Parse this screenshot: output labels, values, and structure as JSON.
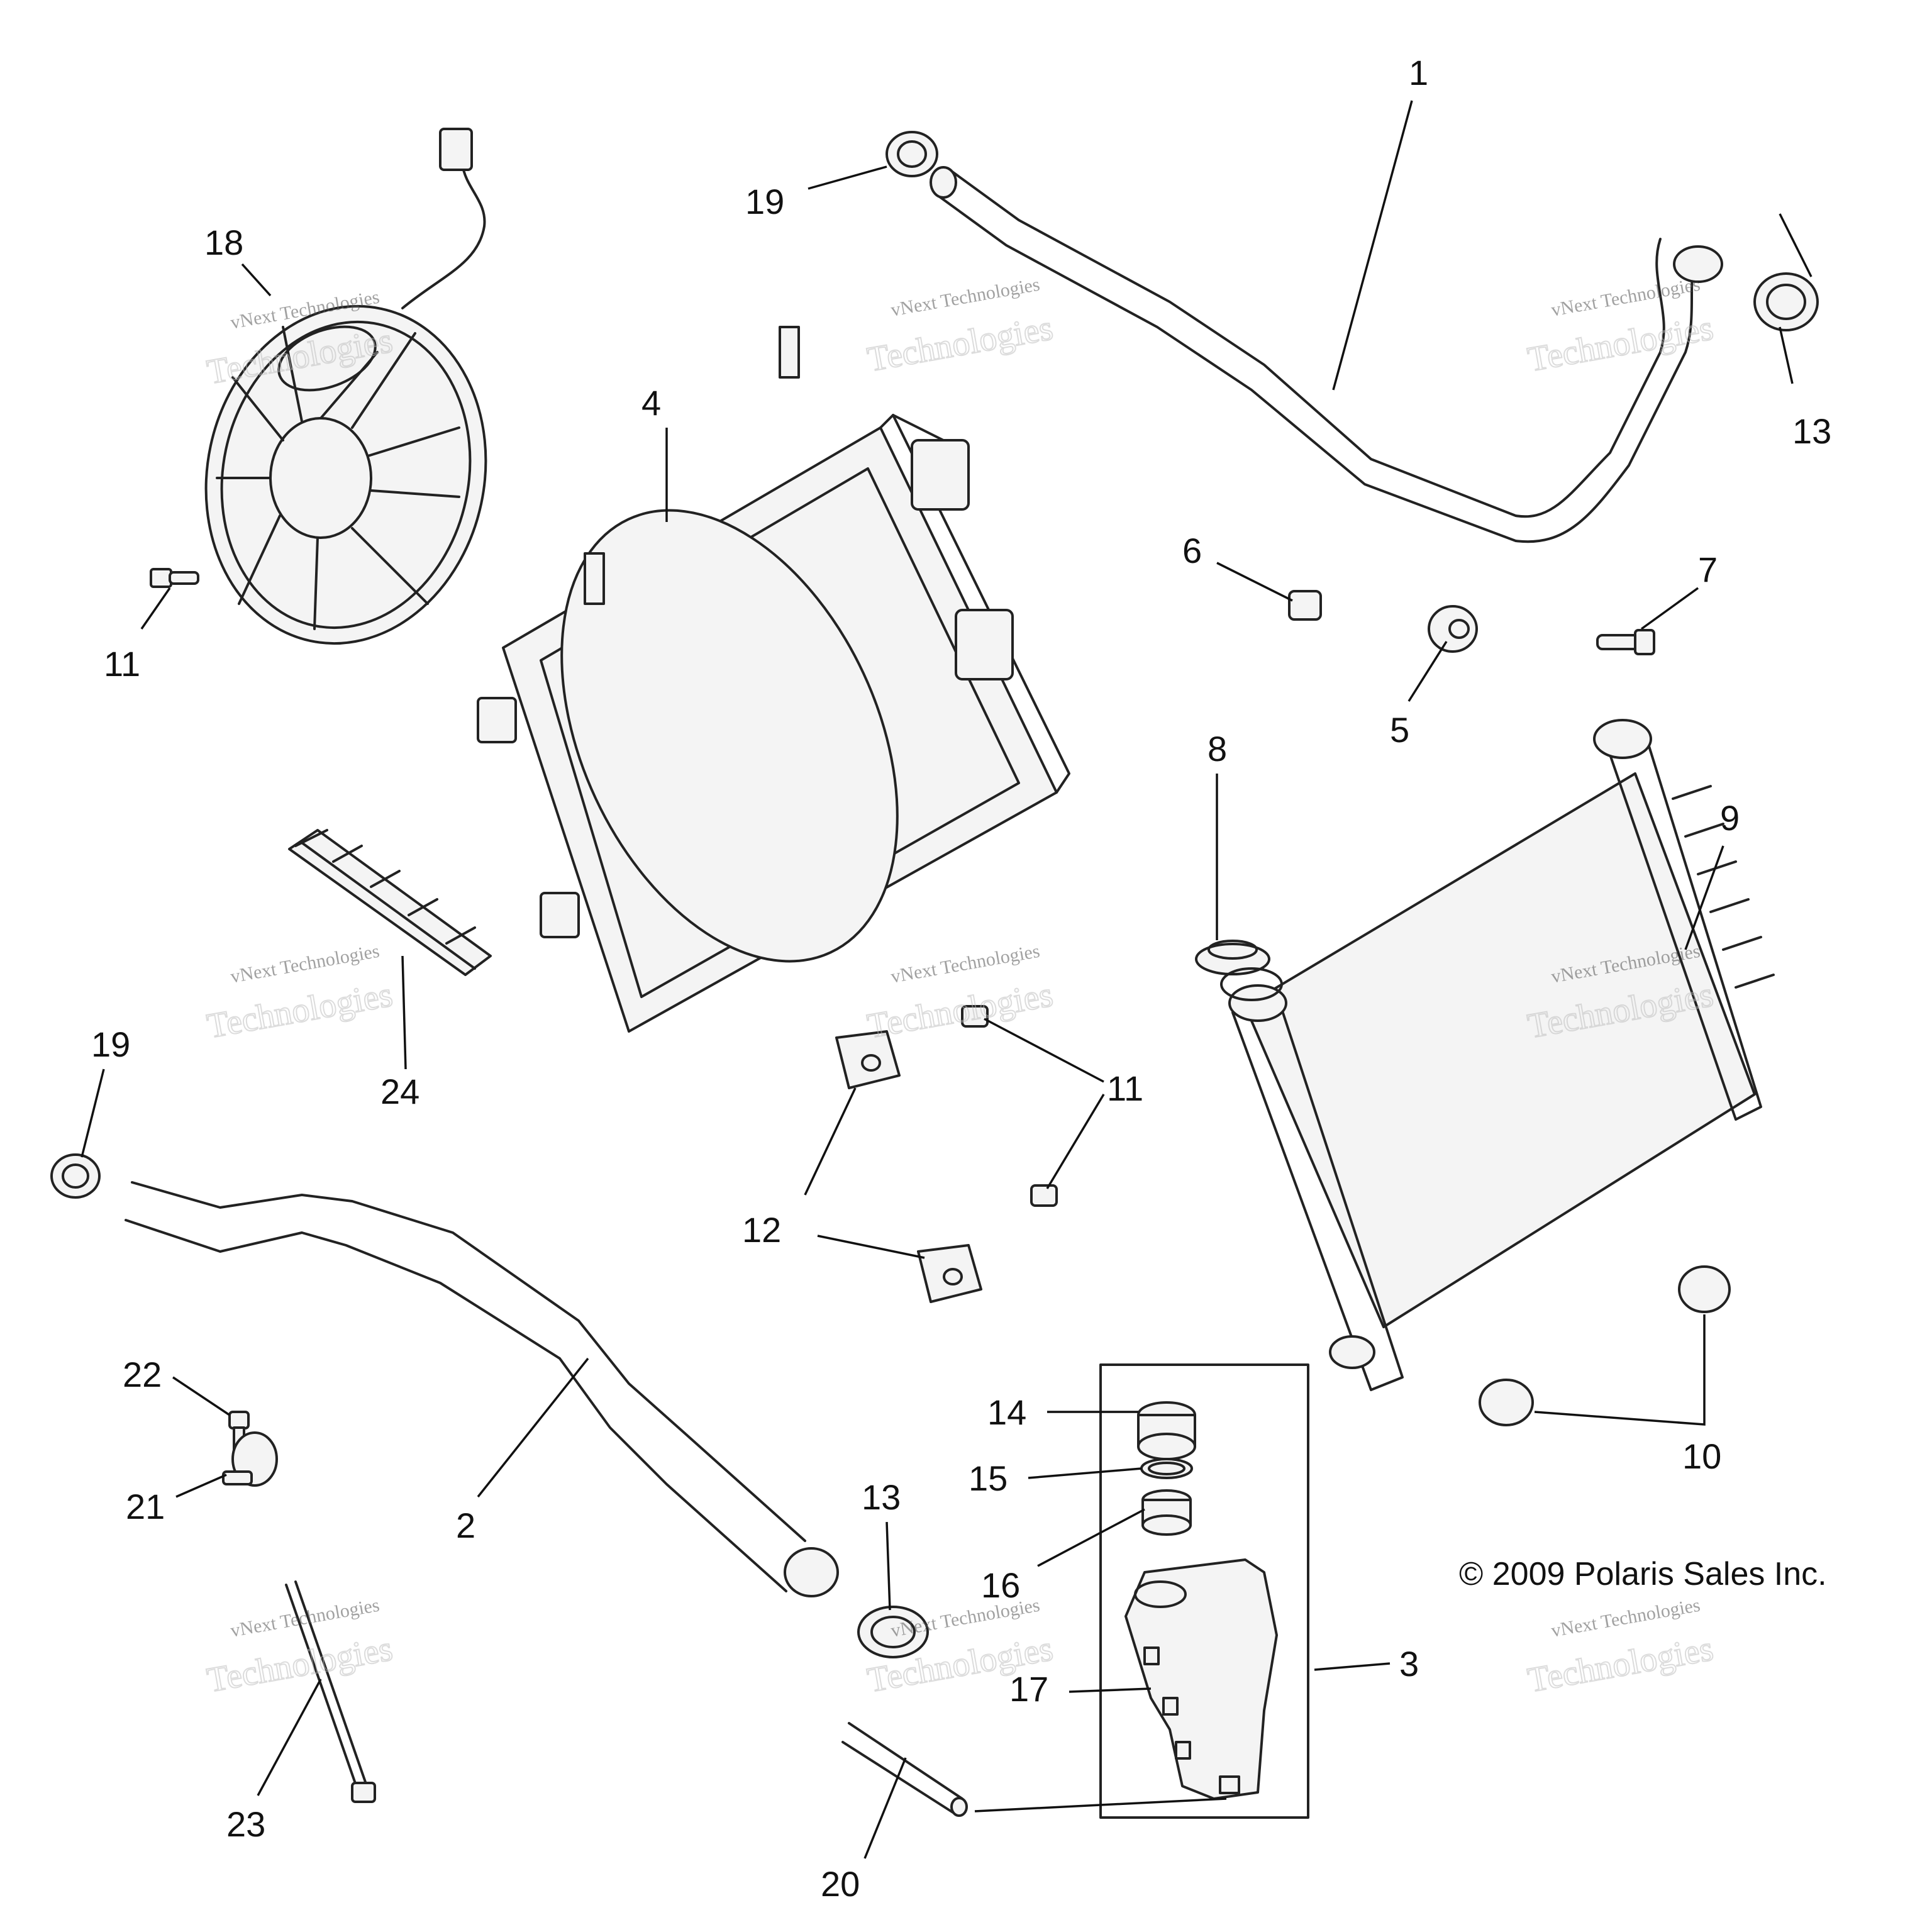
{
  "callouts": {
    "c1": "1",
    "c2": "2",
    "c3": "3",
    "c4": "4",
    "c5": "5",
    "c6": "6",
    "c7": "7",
    "c8": "8",
    "c9": "9",
    "c10": "10",
    "c11a": "11",
    "c11b": "11",
    "c12": "12",
    "c13a": "13",
    "c13b": "13",
    "c14": "14",
    "c15": "15",
    "c16": "16",
    "c17": "17",
    "c18": "18",
    "c19a": "19",
    "c19b": "19",
    "c20": "20",
    "c21": "21",
    "c22": "22",
    "c23": "23",
    "c24": "24"
  },
  "copyright": "© 2009 Polaris Sales Inc.",
  "watermark": {
    "line1": "vNext Technologies",
    "line2": "Technologies"
  }
}
